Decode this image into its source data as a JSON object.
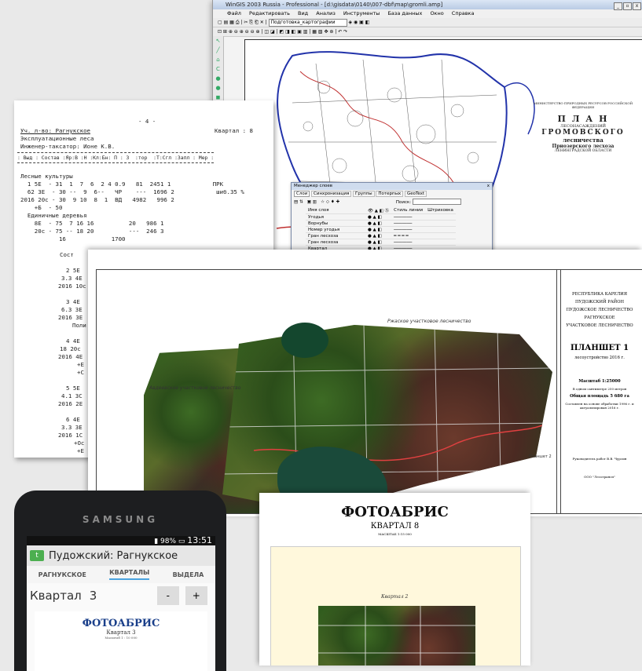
{
  "gis": {
    "title": "WinGIS 2003 Russia - Professional - [d:\\gisdata\\0140\\007-dbf\\map\\gromli.amp]",
    "menu": [
      "Файл",
      "Редактировать",
      "Вид",
      "Анализ",
      "Инструменты",
      "База данных",
      "Окно",
      "Справка"
    ],
    "toolbar_combo": "Подготовка_картографии",
    "win_buttons": [
      "_",
      "▫",
      "x"
    ],
    "plan": {
      "ministry": "МИНИСТЕРСТВО ПРИРОДНЫХ РЕСУРСОВ РОССИЙСКОЙ ФЕДЕРАЦИИ",
      "title": "П Л А Н",
      "subtitle": "ЛЕСОНАСАЖДЕНИЙ",
      "name": "ГРОМОВСКОГО",
      "name2": "лесничества",
      "leshoz": "Приозерского лесхоза",
      "region": "ЛЕНИНГРАДСКОЙ ОБЛАСТИ"
    }
  },
  "layer_manager": {
    "title": "Менеджер слоев",
    "close": "x",
    "tabs": [
      "Слои",
      "Синхронизация",
      "Группы",
      "Потерпых",
      "GeoText"
    ],
    "search_label": "Поиск:",
    "columns": [
      "Имя слоя",
      "Стиль линии",
      "Штриховка"
    ],
    "layers": [
      "Угодья",
      "Ворнубы",
      "Номер угодья",
      "Гран лесхоза",
      "Гран лесхоза",
      "Квартал"
    ]
  },
  "printout": {
    "page": "- 4 -",
    "tract_label": "Уч. л-во: Рагнукское",
    "quarter_label": "Квартал :",
    "quarter_value": "8",
    "forest_type": "Эксплуатационные леса",
    "engineer": "Инженер-таксатор: Ионе К.В.",
    "header": ": Выд : Состав :Яр:В :Н :Кл:Бн: П : З  :тор  :Т:Сгл :Запл : Мер :",
    "lines": [
      "Лесные культуры",
      "  1 5Е  - 31  1  7  6  2 4 0.9   81  2451 1            ПРК",
      "  62 3Е  - 30 --  9  6--   ЧР    ---  1696 2            шиб.35 %",
      "2016 20с - 30  9 10  8  1  ВД   4982   996 2",
      "    +Б  - 50",
      "  Единичные деревья",
      "    8Е  - 75  7 16 16          20   986 1",
      "    20с - 75 -- 18 20          ---  246 3",
      "           16             1700"
    ],
    "left_col": [
      "2 5Е",
      "3.3 4Е",
      "2016 10с",
      "3 4Е",
      "6.3 3Е",
      "2016 3Е",
      "Поли",
      "4 4Е",
      "18 20с",
      "2016 4Е",
      "+Е",
      "+С",
      "5 5Е",
      "4.1 3С",
      "2016 2Е",
      "6 4Е",
      "3.3 3Е",
      "2016 1С",
      "+Ос",
      "+Е"
    ],
    "left_label": "Сост"
  },
  "planet": {
    "left_area": "Авдеевское участковое лесничество",
    "top_area": "Ржаское участковое лесничество",
    "right_note": "Планшет 2",
    "side": [
      "РЕСПУБЛИКА КАРЕЛИЯ",
      "ПУДОЖСКИЙ РАЙОН",
      "ПУДОЖСКОЕ ЛЕСНИЧЕСТВО",
      "РАГНУКСКОЕ",
      "УЧАСТКОВОЕ ЛЕСНИЧЕСТВО"
    ],
    "sheet_title": "ПЛАНШЕТ  1",
    "year": "лесоустройство 2016 г.",
    "scale": "Масштаб  1:25000",
    "scale_note": "В одном сантиметре 250 метров",
    "area": "Общая площадь  5 680  га",
    "note": "Составлен на основе обработки 1996 г. и актуализирован 2016 г.",
    "head": "Руководитель работ  В.В. Чурсин",
    "company": "ООО \"Лесотрансп\""
  },
  "phone": {
    "brand": "SAMSUNG",
    "battery": "98%",
    "time": "13:51",
    "app_title": "Пудожский: Рагнукское",
    "tabs": [
      "РАГНУКСКОЕ",
      "КВАРТАЛЫ",
      "ВЫДЕЛА"
    ],
    "quarter_label": "Квартал",
    "quarter_value": "3",
    "minus": "-",
    "plus": "+",
    "doc_title": "ФОТОАБРИС",
    "doc_sub": "Квартал 3",
    "doc_scale": "Масштаб 1 : 10 000"
  },
  "foto": {
    "title": "ФОТОАБРИС",
    "subtitle": "КВАРТАЛ 8",
    "scale": "МАСШТАБ 1:15 000",
    "inner_label": "Квартал 2"
  },
  "colors": {
    "accent": "#4caf50",
    "app_bar": "#e6e6e6",
    "doc_bg": "#fff8dc",
    "tab_underline": "#4aa3df"
  }
}
